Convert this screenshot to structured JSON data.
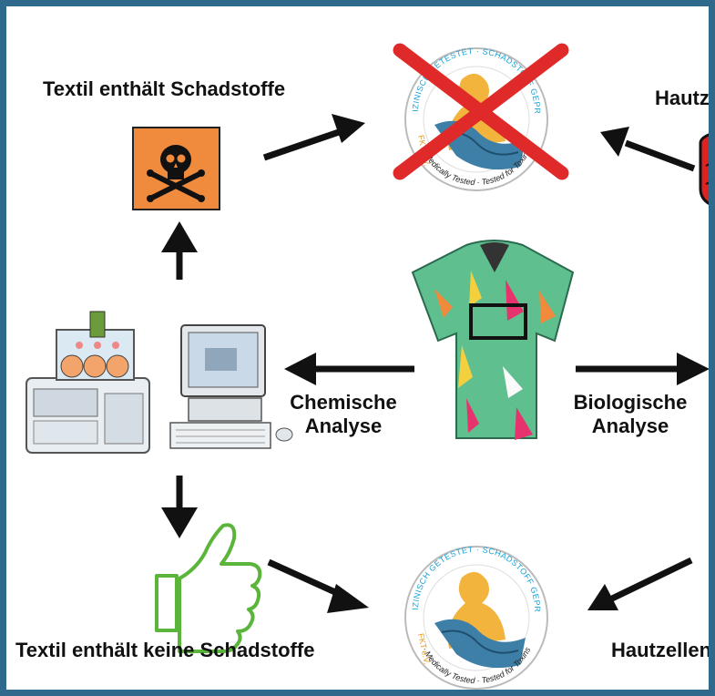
{
  "labels": {
    "top_left": "Textil enthält Schadstoffe",
    "top_right": "Hautze",
    "bottom_left": "Textil enthält keine Schadstoffe",
    "bottom_right": "Hautzellen",
    "chem_line1": "Chemische",
    "chem_line2": "Analyse",
    "bio_line1": "Biologische",
    "bio_line2": "Analyse"
  },
  "seal": {
    "ring_top": "MEDIZINISCH GETESTET · SCHADSTOFF GEPRÜFT",
    "ring_bottom": "· Medically Tested · Tested for Toxins",
    "org": "FKT e.V."
  },
  "colors": {
    "frame": "#2f6a8c",
    "hazard": "#f08a3c",
    "thumb": "#5bb53a",
    "cross": "#e02a2a",
    "seal_text": "#1aa0d6"
  },
  "icons": [
    "skull-hazard-icon",
    "thumbs-up-icon",
    "lab-equipment-icon",
    "computer-icon",
    "shirt-icon",
    "certification-seal-icon",
    "petri-dish-icon"
  ]
}
